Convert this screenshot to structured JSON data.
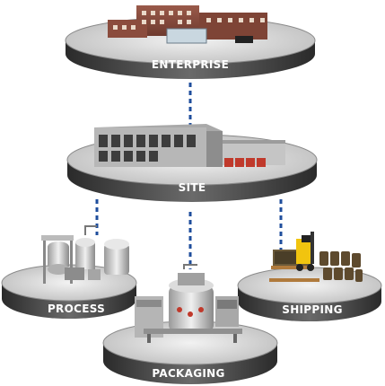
{
  "colors": {
    "connector": "#1f4e9c",
    "platform_top": "#dcdcdc",
    "platform_side": "#3a3a3a",
    "label_text": "#ffffff"
  },
  "nodes": {
    "enterprise": {
      "label": "ENTERPRISE",
      "icon": "office-building-icon"
    },
    "site": {
      "label": "SITE",
      "icon": "factory-warehouse-icon"
    },
    "process": {
      "label": "PROCESS",
      "icon": "process-tanks-icon"
    },
    "packaging": {
      "label": "PACKAGING",
      "icon": "packaging-machine-icon"
    },
    "shipping": {
      "label": "SHIPPING",
      "icon": "forklift-pallets-icon"
    }
  }
}
